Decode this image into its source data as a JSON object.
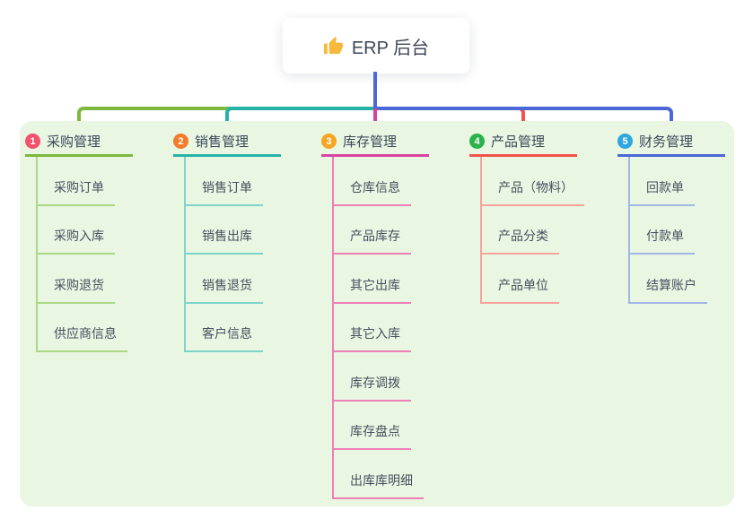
{
  "root": {
    "label": "ERP 后台",
    "icon_name": "thumbs-up-icon",
    "icon_color": "#f6b93b"
  },
  "panel_color": "#e8f6e2",
  "branches": [
    {
      "num": "1",
      "title": "采购管理",
      "badge_color": "#f4516c",
      "color": "#7cb93e",
      "light_color": "#aad884",
      "children": [
        "采购订单",
        "采购入库",
        "采购退货",
        "供应商信息"
      ]
    },
    {
      "num": "2",
      "title": "销售管理",
      "badge_color": "#f47b2a",
      "color": "#26b3a7",
      "light_color": "#7fd4ca",
      "children": [
        "销售订单",
        "销售出库",
        "销售退货",
        "客户信息"
      ]
    },
    {
      "num": "3",
      "title": "库存管理",
      "badge_color": "#f5a623",
      "color": "#d8439f",
      "light_color": "#ee7fb7",
      "children": [
        "仓库信息",
        "产品库存",
        "其它出库",
        "其它入库",
        "库存调拨",
        "库存盘点",
        "出库库明细"
      ]
    },
    {
      "num": "4",
      "title": "产品管理",
      "badge_color": "#2bb24c",
      "color": "#f2544b",
      "light_color": "#f8a39d",
      "children": [
        "产品（物料）",
        "产品分类",
        "产品单位"
      ]
    },
    {
      "num": "5",
      "title": "财务管理",
      "badge_color": "#2ea7e0",
      "color": "#4c68d7",
      "light_color": "#a2b5e4",
      "children": [
        "回款单",
        "付款单",
        "结算账户"
      ]
    }
  ]
}
